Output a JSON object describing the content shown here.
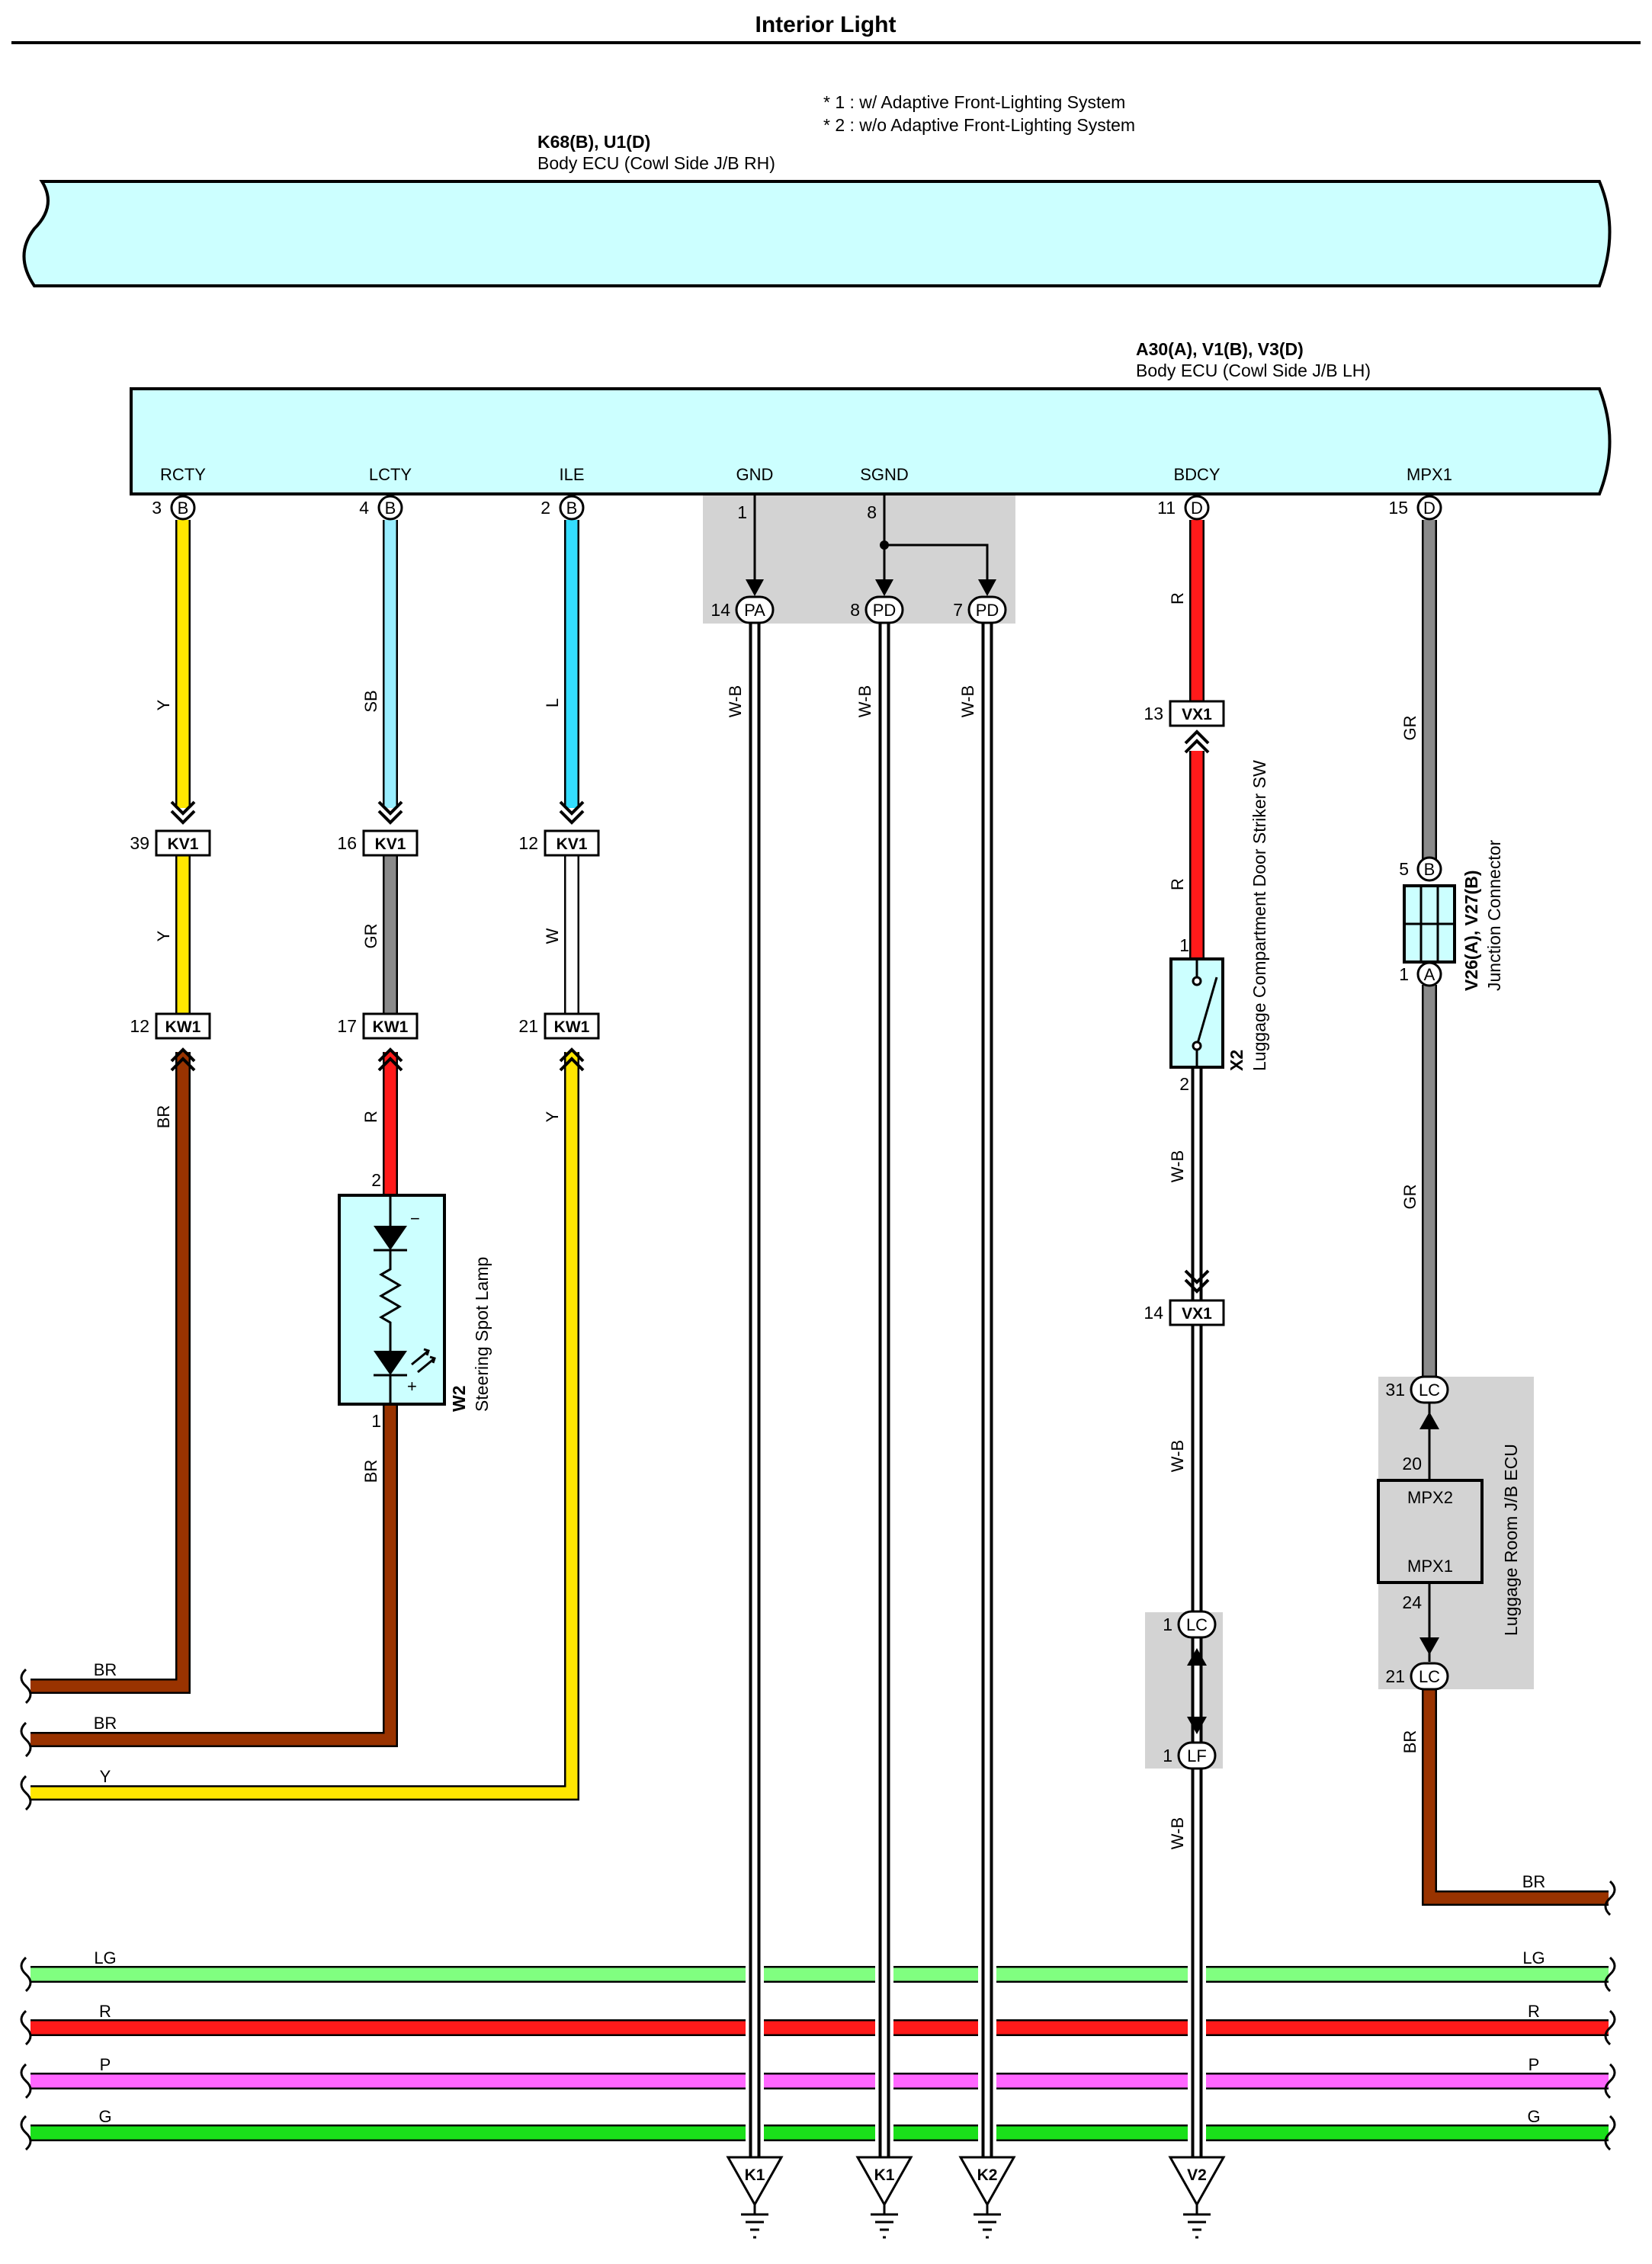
{
  "title": "Interior Light",
  "notes": [
    "* 1 : w/ Adaptive Front-Lighting System",
    "* 2 : w/o Adaptive Front-Lighting System"
  ],
  "ecu_rh": {
    "code": "K68(B), U1(D)",
    "name": "Body ECU (Cowl Side J/B RH)"
  },
  "ecu_lh": {
    "code": "A30(A), V1(B), V3(D)",
    "name": "Body ECU (Cowl Side J/B LH)",
    "terminals": [
      {
        "label": "RCTY",
        "pin": "3",
        "conn": "B"
      },
      {
        "label": "LCTY",
        "pin": "4",
        "conn": "B"
      },
      {
        "label": "ILE",
        "pin": "2",
        "conn": "B"
      },
      {
        "label": "GND",
        "pin": "1"
      },
      {
        "label": "SGND",
        "pin": "8"
      },
      {
        "label": "BDCY",
        "pin": "11",
        "conn": "D"
      },
      {
        "label": "MPX1",
        "pin": "15",
        "conn": "D"
      }
    ]
  },
  "ground_conns": [
    {
      "pin": "14",
      "code": "PA"
    },
    {
      "pin": "8",
      "code": "PD"
    },
    {
      "pin": "7",
      "code": "PD"
    }
  ],
  "branches": {
    "rcty": {
      "w1": "Y",
      "kv1_pin": "39",
      "kv1": "KV1",
      "w2": "Y",
      "kw1_pin": "12",
      "kw1": "KW1",
      "w3": "BR"
    },
    "lcty": {
      "w1": "SB",
      "kv1_pin": "16",
      "kv1": "KV1",
      "w2": "GR",
      "kw1_pin": "17",
      "kw1": "KW1",
      "w3": "R",
      "w4": "BR"
    },
    "ile": {
      "w1": "L",
      "kv1_pin": "12",
      "kv1": "KV1",
      "w2": "W",
      "kw1_pin": "21",
      "kw1": "KW1",
      "w3": "Y"
    },
    "gnd_wires": [
      "W-B",
      "W-B",
      "W-B"
    ]
  },
  "lamp": {
    "code": "W2",
    "name": "Steering Spot Lamp",
    "pin_top": "2",
    "pin_bot": "1",
    "minus": "−",
    "plus": "+"
  },
  "bdcy": {
    "w1": "R",
    "vx1_pin_a": "13",
    "vx1": "VX1",
    "w2": "R",
    "sw_code": "X2",
    "sw_name": "Luggage Compartment Door Striker SW",
    "sw_pin_top": "1",
    "sw_pin_bot": "2",
    "w3": "W-B",
    "vx1_pin_b": "14",
    "w4": "W-B",
    "lc_pin": "1",
    "lc": "LC",
    "lf_pin": "1",
    "lf": "LF",
    "w5": "W-B"
  },
  "mpx": {
    "w1": "GR",
    "jc_code": "V26(A), V27(B)",
    "jc_name": "Junction Connector",
    "jc_pin_b": "5",
    "jc_b": "B",
    "jc_pin_a": "1",
    "jc_a": "A",
    "w2": "GR",
    "lc_top_pin": "31",
    "lc_top": "LC",
    "mpx2_pin": "20",
    "ecu_mpx2": "MPX2",
    "ecu_mpx1": "MPX1",
    "mpx1_pin": "24",
    "lc_bot_pin": "21",
    "lc_bot": "LC",
    "ecu_name": "Luggage Room J/B ECU",
    "w3": "BR",
    "w4": "BR"
  },
  "left_edge_wires": [
    "BR",
    "BR",
    "Y"
  ],
  "buses": [
    {
      "name": "LG",
      "color": "#80ff80"
    },
    {
      "name": "R",
      "color": "#ff1a1a"
    },
    {
      "name": "P",
      "color": "#ff66ff"
    },
    {
      "name": "G",
      "color": "#1ae01a"
    }
  ],
  "grounds": [
    "K1",
    "K1",
    "K2",
    "V2"
  ],
  "colors": {
    "ecu_fill": "#ccffff",
    "shade": "#d3d3d3",
    "yellow": "#ffe600",
    "lightblue": "#99eeff",
    "cyan": "#33ddff",
    "gray": "#8a8a8a",
    "brown": "#993300",
    "red": "#ff1a1a"
  }
}
